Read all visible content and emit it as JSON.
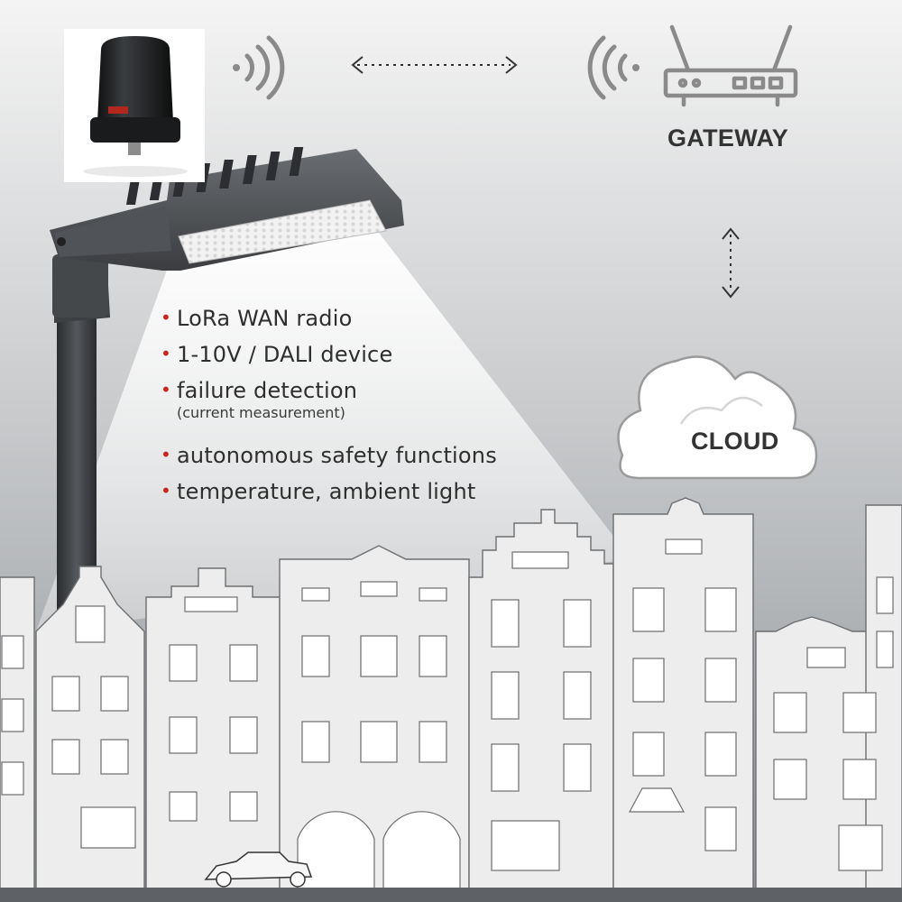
{
  "labels": {
    "gateway": "GATEWAY",
    "cloud": "CLOUD"
  },
  "features": [
    {
      "text": "LoRa WAN radio"
    },
    {
      "text": "1-10V / DALI device"
    },
    {
      "text": "failure detection",
      "note": "(current measurement)"
    },
    {
      "text": "autonomous safety functions"
    },
    {
      "text": "temperature, ambient light"
    }
  ],
  "bullet_symbol": "•",
  "colors": {
    "bullet": "#d0211c",
    "text": "#2e2e2e",
    "icon": "#8a8a8a",
    "sky_top": "#f4f4f4",
    "sky_bottom": "#8e9296",
    "street": "#5e6166"
  },
  "icons": [
    "photocell-sensor",
    "wifi-out-icon",
    "wifi-in-icon",
    "router-icon",
    "cloud-icon",
    "bidirectional-arrow-icon"
  ]
}
